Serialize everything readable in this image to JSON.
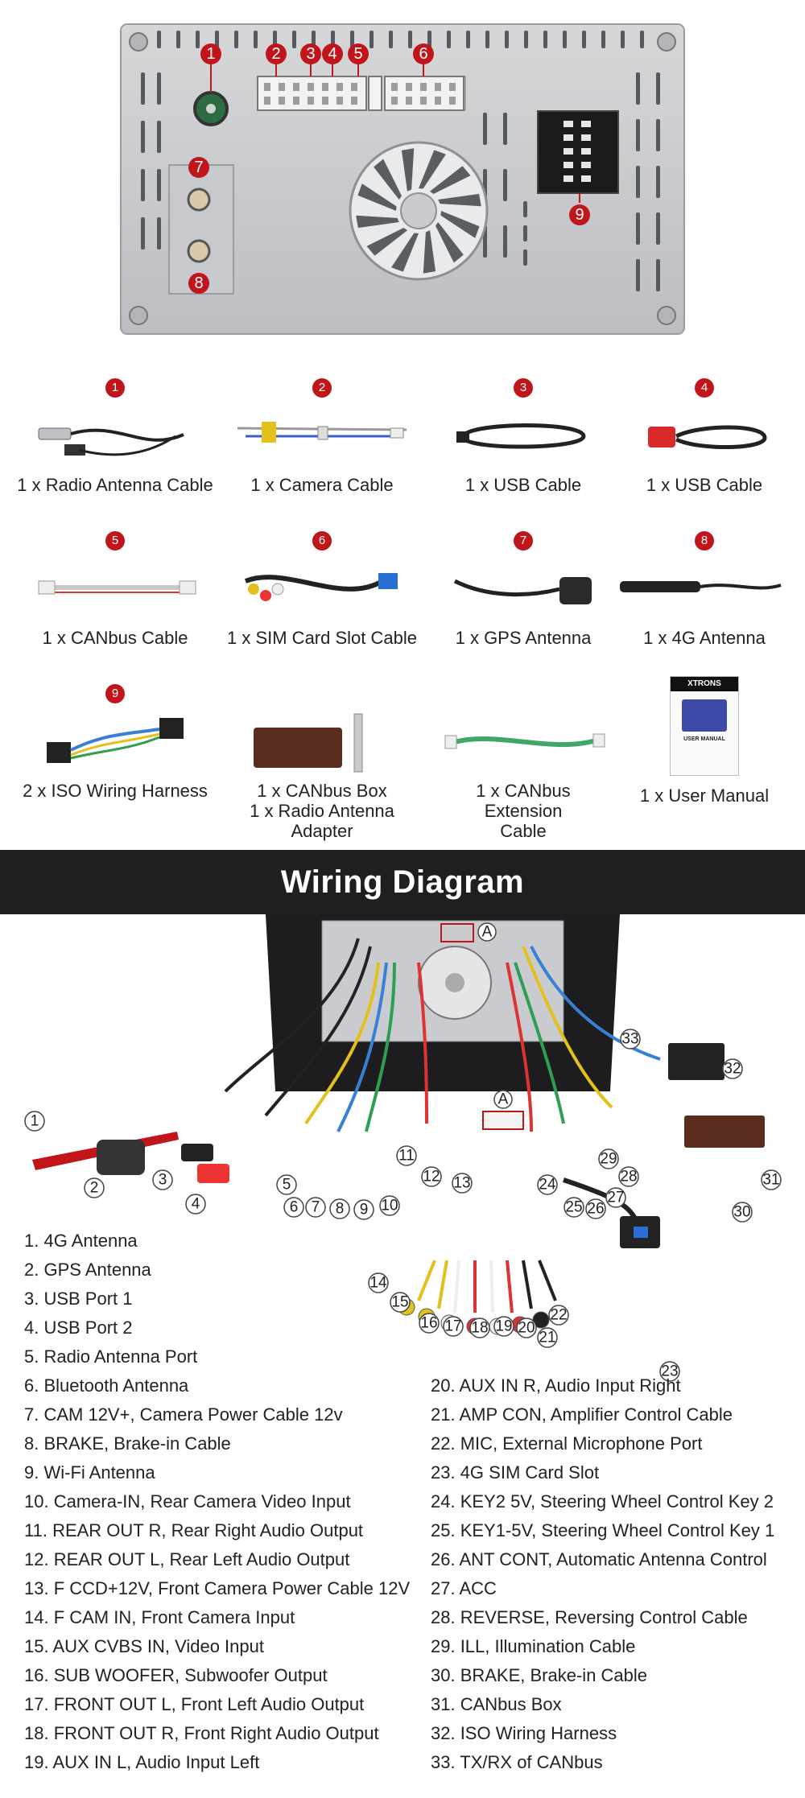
{
  "unit_badges": [
    "1",
    "2",
    "3",
    "4",
    "5",
    "6",
    "7",
    "8",
    "9"
  ],
  "accessories": [
    {
      "num": "1",
      "label": "1 x Radio Antenna Cable"
    },
    {
      "num": "2",
      "label": "1 x Camera Cable"
    },
    {
      "num": "3",
      "label": "1 x USB Cable"
    },
    {
      "num": "4",
      "label": "1 x USB Cable"
    },
    {
      "num": "5",
      "label": "1 x CANbus Cable"
    },
    {
      "num": "6",
      "label": "1 x SIM Card Slot Cable"
    },
    {
      "num": "7",
      "label": "1 x GPS Antenna"
    },
    {
      "num": "8",
      "label": "1 x 4G Antenna"
    },
    {
      "num": "9",
      "label": "2 x ISO Wiring Harness"
    },
    {
      "num": "",
      "label": "1 x CANbus Box\n1 x Radio Antenna Adapter"
    },
    {
      "num": "",
      "label": "1 x CANbus Extension Cable"
    },
    {
      "num": "",
      "label": "1 x User Manual"
    }
  ],
  "manual": {
    "brand": "XTRONS",
    "title": "USER MANUAL"
  },
  "wiring": {
    "title": "Wiring Diagram",
    "connector_letter": "A",
    "callouts": [
      "1",
      "2",
      "3",
      "4",
      "5",
      "6",
      "7",
      "8",
      "9",
      "10",
      "11",
      "12",
      "13",
      "14",
      "15",
      "16",
      "17",
      "18",
      "19",
      "20",
      "21",
      "22",
      "23",
      "24",
      "25",
      "26",
      "27",
      "28",
      "29",
      "30",
      "31",
      "32",
      "33"
    ]
  },
  "legend_left": [
    "1. 4G Antenna",
    "2. GPS Antenna",
    "3. USB Port 1",
    "4. USB Port 2",
    "5. Radio Antenna Port",
    "6. Bluetooth Antenna",
    "7. CAM 12V+, Camera Power Cable 12v",
    "8. BRAKE, Brake-in Cable",
    "9. Wi-Fi Antenna",
    "10. Camera-IN, Rear Camera Video Input",
    "11. REAR OUT R, Rear Right Audio Output",
    "12. REAR OUT L, Rear Left Audio Output",
    "13. F CCD+12V, Front Camera Power Cable 12V",
    "14. F CAM IN, Front Camera Input",
    "15. AUX CVBS IN, Video Input",
    "16. SUB WOOFER, Subwoofer Output",
    "17. FRONT OUT L, Front Left Audio Output",
    "18. FRONT OUT R, Front Right Audio Output",
    "19. AUX IN L, Audio Input Left"
  ],
  "legend_right": [
    "20. AUX IN R, Audio Input Right",
    "21. AMP CON, Amplifier Control Cable",
    "22. MIC, External Microphone Port",
    "23. 4G SIM Card Slot",
    "24. KEY2 5V, Steering Wheel Control Key 2",
    "25. KEY1-5V, Steering Wheel Control Key 1",
    "26. ANT CONT, Automatic Antenna Control",
    "27. ACC",
    "28. REVERSE, Reversing Control Cable",
    "29. ILL, Illumination Cable",
    "30. BRAKE, Brake-in Cable",
    "31. CANbus Box",
    "32. ISO Wiring Harness",
    "33. TX/RX of CANbus"
  ]
}
